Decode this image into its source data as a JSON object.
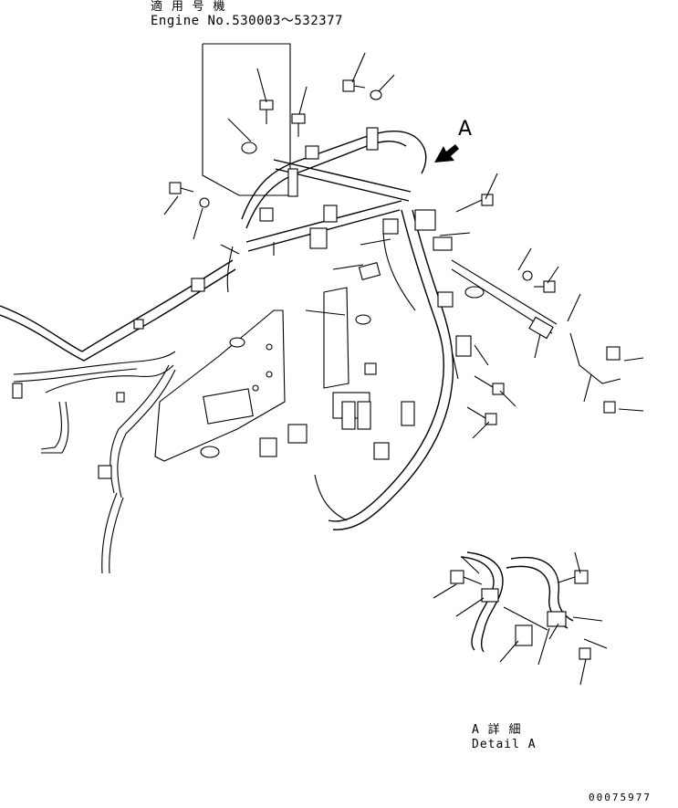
{
  "applicability": {
    "title_jp": "適 用 号 機",
    "engine_range": "Engine No.530003〜532377"
  },
  "view_marker": {
    "letter": "A"
  },
  "detail_caption": {
    "jp": "A 詳 細",
    "en": "Detail A"
  },
  "drawing_number": "00075977"
}
